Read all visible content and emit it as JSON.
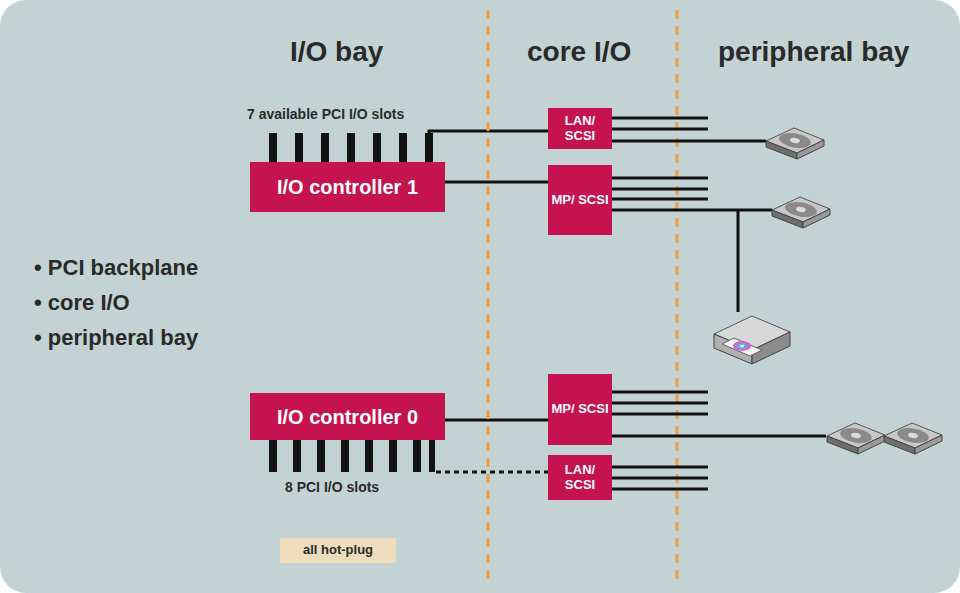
{
  "diagram": {
    "nodes": [
      {
        "text": [
          "I/O controller 1"
        ]
      },
      {
        "text": [
          "LAN/ SCSI"
        ]
      },
      {
        "text": [
          "MP/ SCSI"
        ]
      },
      {
        "text": [
          "I/O controller 0"
        ]
      },
      {
        "text": [
          "MP/ SCSI"
        ]
      },
      {
        "text": [
          "LAN/ SCSI"
        ]
      },
      {
        "text": [
          "all hot-plug"
        ]
      }
    ],
    "edges": [
      {
        "from": 0,
        "to": 1,
        "arrow": "none"
      },
      {
        "from": 0,
        "to": 2,
        "arrow": "none"
      },
      {
        "from": 3,
        "to": 4,
        "arrow": "none"
      },
      {
        "from": 3,
        "to": 5,
        "arrow": "none"
      }
    ],
    "labels": [
      "I/O bay",
      "core I/O",
      "peripheral bay",
      "7 available PCI I/O slots",
      "• PCI backplane",
      "• core I/O",
      "• peripheral bay",
      "8 PCI I/O slots"
    ]
  }
}
